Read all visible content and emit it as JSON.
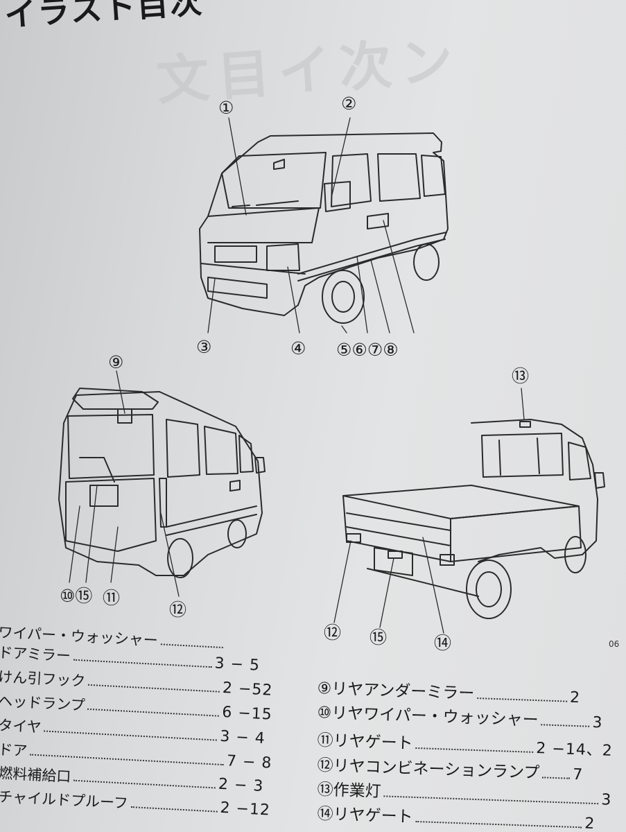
{
  "header": {
    "title": "イラスト目次",
    "ghost_text": "文目イ次ン"
  },
  "figure": {
    "callouts_front": [
      "①",
      "②",
      "③",
      "④",
      "⑤⑥⑦⑧"
    ],
    "callouts_rear": [
      "⑨",
      "⑩⑮",
      "⑪",
      "⑫"
    ],
    "callouts_truck": [
      "⑬",
      "⑫",
      "⑮",
      "⑭"
    ],
    "figure_code": "06"
  },
  "index_left": [
    {
      "label": "ワイパー・ウォッシャー",
      "page": ""
    },
    {
      "label": "ドアミラー",
      "page": "3 − 5"
    },
    {
      "label": "けん引フック",
      "page": "2 −52"
    },
    {
      "label": "ヘッドランプ",
      "page": "6 −15"
    },
    {
      "label": "タイヤ",
      "page": "3 − 4"
    },
    {
      "label": "ドア",
      "page": "7 − 8"
    },
    {
      "label": "燃料補給口",
      "page": "2 − 3"
    },
    {
      "label": "チャイルドプルーフ",
      "page": "2 −12"
    }
  ],
  "index_right": [
    {
      "label": "⑨リヤアンダーミラー",
      "page": "2"
    },
    {
      "label": "⑩リヤワイパー・ウォッシャー",
      "page": "3"
    },
    {
      "label": "⑪リヤゲート",
      "page": "2 −14、2"
    },
    {
      "label": "⑫リヤコンビネーションランプ",
      "page": "7"
    },
    {
      "label": "⑬作業灯",
      "page": "3"
    },
    {
      "label": "⑭リヤゲート",
      "page": "2"
    }
  ]
}
